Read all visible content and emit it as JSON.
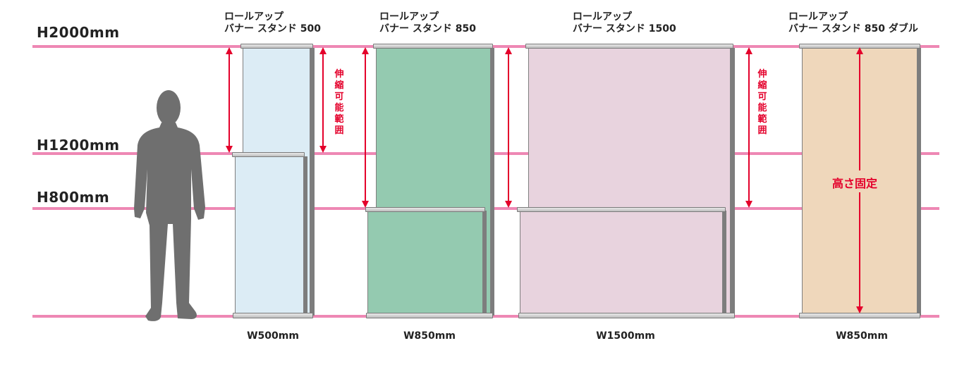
{
  "height_lines": [
    {
      "label": "H2000mm"
    },
    {
      "label": "H1200mm"
    },
    {
      "label": "H800mm"
    }
  ],
  "stands": [
    {
      "title_line1": "ロールアップ",
      "title_line2": "バナー スタンド 500",
      "width_label": "W500mm",
      "color": "#dcecf5"
    },
    {
      "title_line1": "ロールアップ",
      "title_line2": "バナー スタンド 850",
      "width_label": "W850mm",
      "color": "#94cab0"
    },
    {
      "title_line1": "ロールアップ",
      "title_line2": "バナー スタンド 1500",
      "width_label": "W1500mm",
      "color": "#e8d3de"
    },
    {
      "title_line1": "ロールアップ",
      "title_line2": "バナー スタンド 850 ダブル",
      "width_label": "W850mm",
      "color": "#efd7bb"
    }
  ],
  "annotations": {
    "adjustable_range": "伸縮可能範囲",
    "fixed_height": "高さ固定"
  },
  "colors": {
    "guide_line": "#ee88b4",
    "arrow": "#e4002b",
    "silhouette": "#6f6f6f"
  },
  "icons": {
    "person": "person-silhouette-icon",
    "arrow": "double-arrow-icon"
  }
}
